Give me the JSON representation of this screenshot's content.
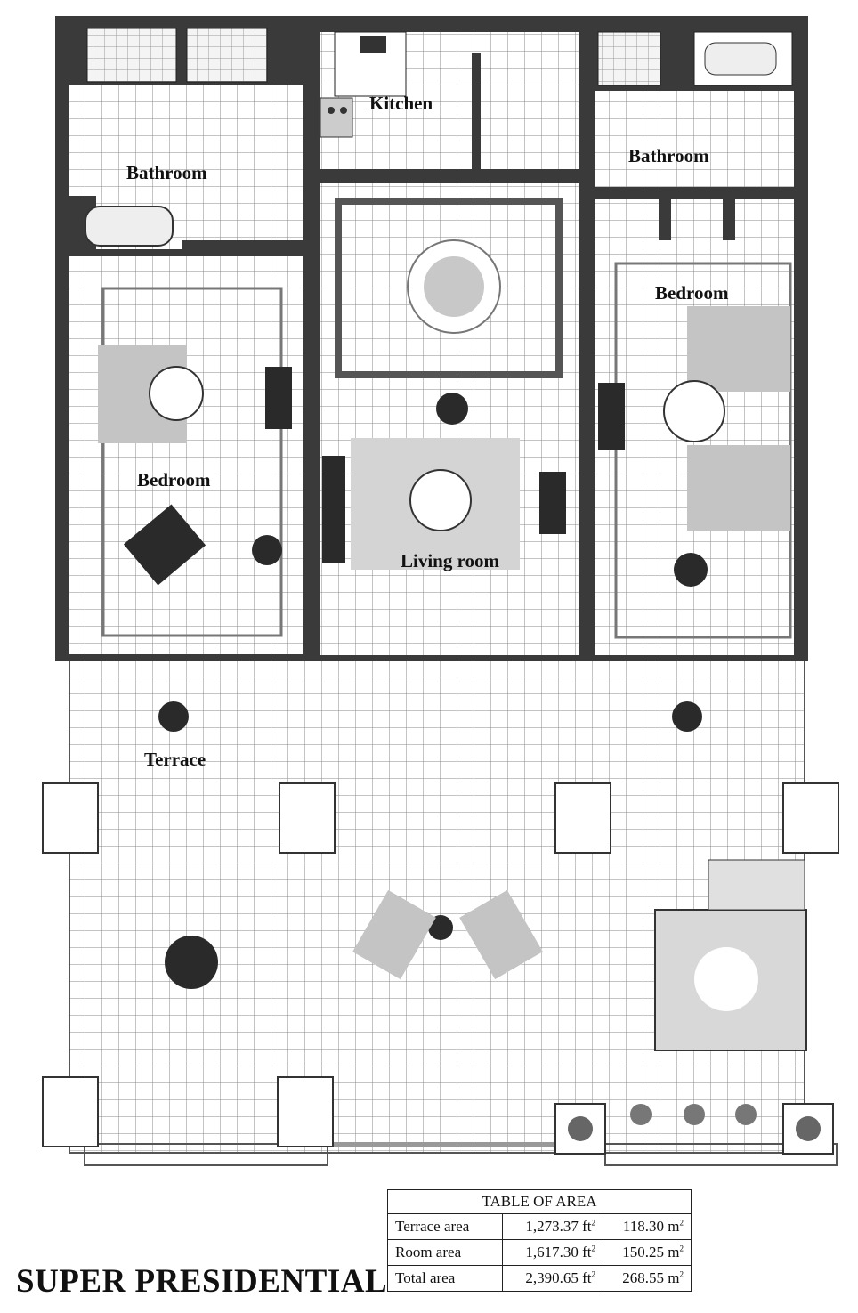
{
  "title": "SUPER PRESIDENTIAL",
  "rooms": {
    "kitchen": "Kitchen",
    "bathroom_left": "Bathroom",
    "bathroom_right": "Bathroom",
    "bedroom_left": "Bedroom",
    "bedroom_right": "Bedroom",
    "living_room": "Living room",
    "terrace": "Terrace"
  },
  "area_table": {
    "heading": "TABLE OF AREA",
    "rows": [
      {
        "label": "Terrace area",
        "ft2": "1,273.37 ft",
        "m2": "118.30 m"
      },
      {
        "label": "Room area",
        "ft2": "1,617.30 ft",
        "m2": "150.25 m"
      },
      {
        "label": "Total area",
        "ft2": "2,390.65 ft",
        "m2": "268.55 m"
      }
    ],
    "superscript": "2"
  },
  "colors": {
    "wall": "#3a3a3a",
    "grid": "#8a8a8a",
    "furniture_dark": "#2a2a2a",
    "furniture_gray": "#b8b8b8"
  }
}
